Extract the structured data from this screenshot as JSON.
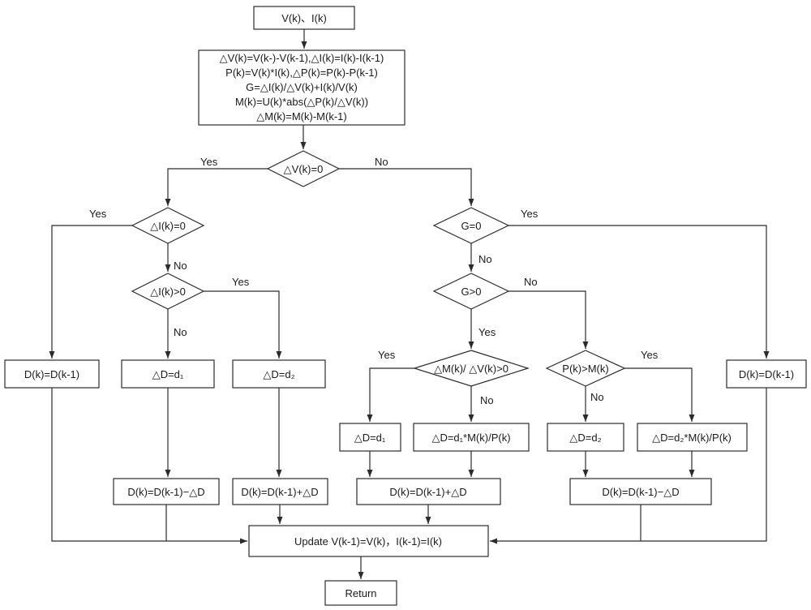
{
  "nodes": {
    "start": "V(k)、I(k)",
    "calc": [
      "△V(k)=V(k-)-V(k-1),△I(k)=I(k)-I(k-1)",
      "P(k)=V(k)*I(k),△P(k)=P(k)-P(k-1)",
      "G=△I(k)/△V(k)+I(k)/V(k)",
      "M(k)=U(k)*abs(△P(k)/△V(k))",
      "△M(k)=M(k)-M(k-1)"
    ],
    "dec_dv": "△V(k)=0",
    "dec_di0": "△I(k)=0",
    "dec_dipos": "△I(k)>0",
    "dec_g0": "G=0",
    "dec_gpos": "G>0",
    "dec_dm": "△M(k)/ △V(k)>0",
    "dec_pm": "P(k)>M(k)",
    "box_d_left": "D(k)=D(k-1)",
    "box_dd_d1_left": "△D=d₁",
    "box_dd_d2_left": "△D=d₂",
    "box_d_right": "D(k)=D(k-1)",
    "box_dd_d1_mid": "△D=d₁",
    "box_dd_d1m": "△D=d₁*M(k)/P(k)",
    "box_dd_d2_mid": "△D=d₂",
    "box_dd_d2m": "△D=d₂*M(k)/P(k)",
    "box_minus_left": "D(k)=D(k-1)−△D",
    "box_plus_left": "D(k)=D(k-1)+△D",
    "box_plus_mid": "D(k)=D(k-1)+△D",
    "box_minus_right": "D(k)=D(k-1)−△D",
    "update": "Update  V(k-1)=V(k)，I(k-1)=I(k)",
    "return": "Return"
  },
  "labels": {
    "yes": "Yes",
    "no": "No"
  }
}
